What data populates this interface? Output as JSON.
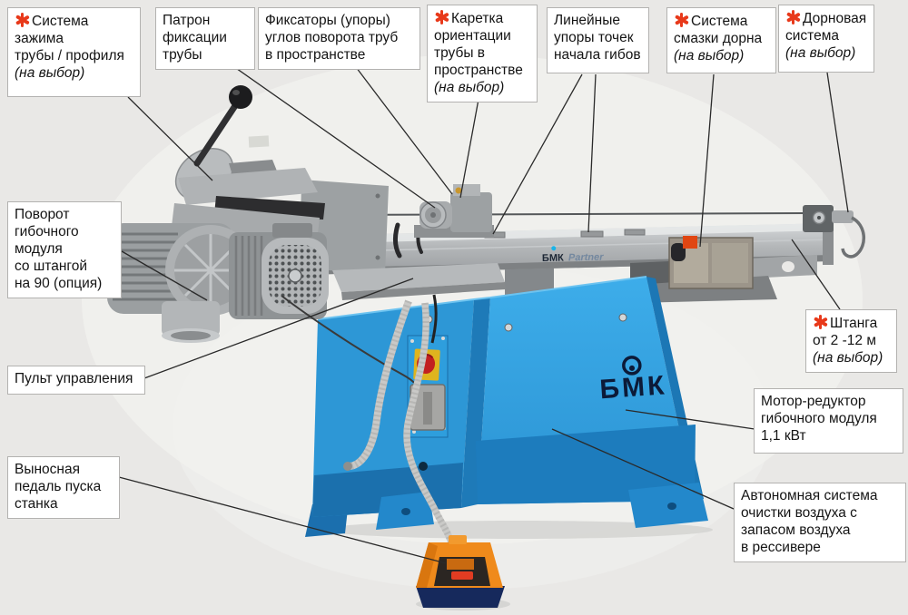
{
  "title": "Схема трубогибочного станка с обозначением узлов",
  "colors": {
    "accent_red": "#e8391a",
    "base_blue": "#2f9fdd",
    "pedal_orange": "#ee8a1b",
    "leader_line": "#2a2a2a",
    "label_border": "#b3b2b0"
  },
  "machine": {
    "rail_brand": "БМК",
    "rail_brand_suffix": "Partner",
    "base_logo": "БМК"
  },
  "labels": [
    {
      "star": true,
      "text": "Система\nзажима\nтрубы / профиля",
      "note": "(на выбор)"
    },
    {
      "star": false,
      "text": "Патрон\nфиксации\nтрубы",
      "note": ""
    },
    {
      "star": false,
      "text": "Фиксаторы (упоры)\nуглов поворота труб\nв пространстве",
      "note": ""
    },
    {
      "star": true,
      "text": "Каретка\nориентации\nтрубы в\nпространстве",
      "note": "(на выбор)"
    },
    {
      "star": false,
      "text": "Линейные\nупоры точек\nначала гибов",
      "note": ""
    },
    {
      "star": true,
      "text": "Система\nсмазки дорна",
      "note": "(на выбор)"
    },
    {
      "star": true,
      "text": "Дорновая\nсистема",
      "note": "(на выбор)"
    },
    {
      "star": false,
      "text": "Поворот\nгибочного\nмодуля\nсо штангой\nна 90  (опция)",
      "note": ""
    },
    {
      "star": false,
      "text": "Пульт управления",
      "note": ""
    },
    {
      "star": false,
      "text": "Выносная\nпедаль пуска\nстанка",
      "note": ""
    },
    {
      "star": true,
      "text": "Штанга\nот 2 -12 м",
      "note": "(на выбор)"
    },
    {
      "star": false,
      "text": "Мотор-редуктор\nгибочного модуля\n1,1 кВт",
      "note": ""
    },
    {
      "star": false,
      "text": "Автономная система\nочистки воздуха с\nзапасом воздуха\nв рессивере",
      "note": ""
    }
  ]
}
